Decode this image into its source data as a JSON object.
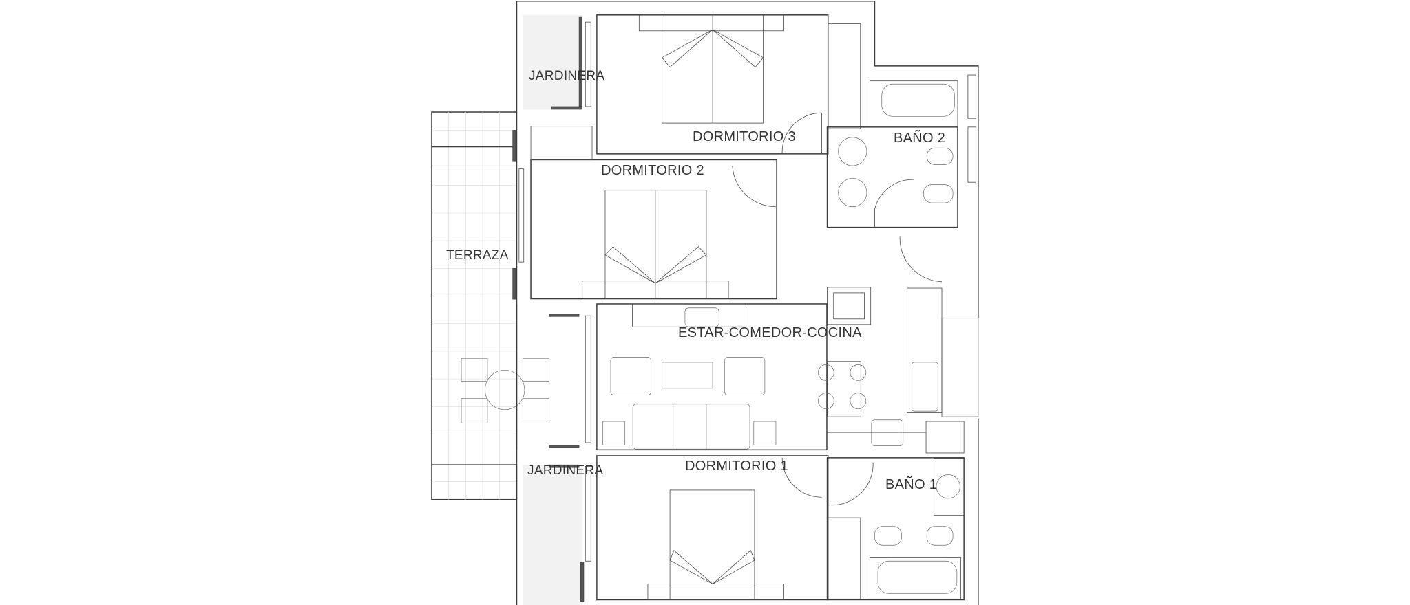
{
  "plan": {
    "rooms": [
      {
        "id": "dormitorio-3",
        "label": "DORMITORIO 3"
      },
      {
        "id": "dormitorio-2",
        "label": "DORMITORIO 2"
      },
      {
        "id": "dormitorio-1",
        "label": "DORMITORIO 1"
      },
      {
        "id": "bano-2",
        "label": "BAÑO 2"
      },
      {
        "id": "bano-1",
        "label": "BAÑO 1"
      },
      {
        "id": "estar",
        "label": "ESTAR-COMEDOR-COCINA"
      },
      {
        "id": "terraza",
        "label": "TERRAZA"
      },
      {
        "id": "jardinera-top",
        "label": "JARDINERA"
      },
      {
        "id": "jardinera-bottom",
        "label": "JARDINERA"
      }
    ],
    "colors": {
      "wall": "#3a3a3a",
      "planter": "#f2f2f2",
      "terrace_grid": "#dcdcdc",
      "background": "#ffffff"
    }
  }
}
